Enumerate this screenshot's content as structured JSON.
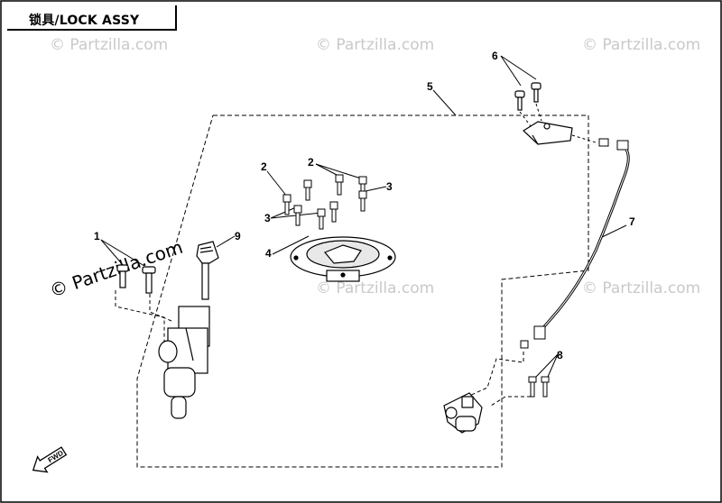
{
  "title": "锁具/LOCK ASSY",
  "watermark": "© Partzilla.com",
  "fwd_label": "FWD",
  "callouts": [
    "1",
    "2",
    "2",
    "3",
    "3",
    "4",
    "5",
    "6",
    "7",
    "8",
    "9"
  ]
}
